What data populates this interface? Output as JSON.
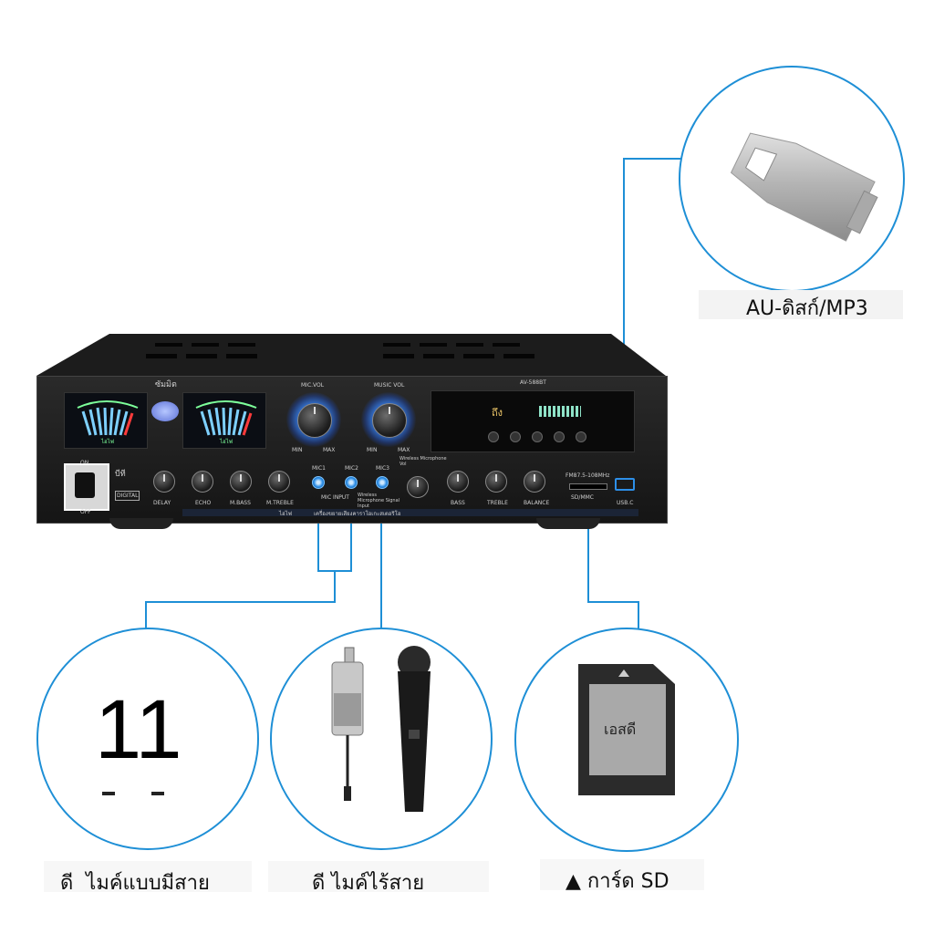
{
  "labels": {
    "usb": "AU-ดิสก์/MP3",
    "wired_mic": "ดี  ไมค์แบบมีสาย",
    "wireless_mic": "ดี ไมค์ไร้สาย",
    "sd_card": "▲ การ์ด SD",
    "wired_mic_number": "11",
    "sd_card_text": "เอสดี"
  },
  "amplifier": {
    "brand_label": "ซัมมิต",
    "model": "AV-588BT",
    "display_text": "ถึง",
    "vu_left_caption": "ไฮไฟ",
    "vu_right_caption": "ไฮไฟ",
    "mic_vol": "MIC.VOL",
    "music_vol": "MUSIC VOL",
    "min": "MIN",
    "max": "MAX",
    "power_on": "ON",
    "power_off": "OFF",
    "digital": "DIGITAL",
    "bt": "บีที",
    "knobs_left": [
      "DELAY",
      "ECHO",
      "M.BASS",
      "M.TREBLE"
    ],
    "mic_inputs": [
      "MIC1",
      "MIC2",
      "MIC3"
    ],
    "mic_input_caption": "MIC INPUT",
    "wireless_caption": "Wireless Microphone Signal Input",
    "wireless_vol": "Wireless Microphone Vol",
    "knobs_right": [
      "BASS",
      "TREBLE",
      "BALANCE"
    ],
    "fm": "FM87.5-108MHz",
    "sd_slot": "SD/MMC",
    "usb_port": "USB.C",
    "bottom_caption": "เครื่องขยายเสียงคาราโอเกะสเตอริโอ",
    "bottom_left_caption": "ไฮไฟ"
  },
  "accent_color": "#1e8fd6"
}
